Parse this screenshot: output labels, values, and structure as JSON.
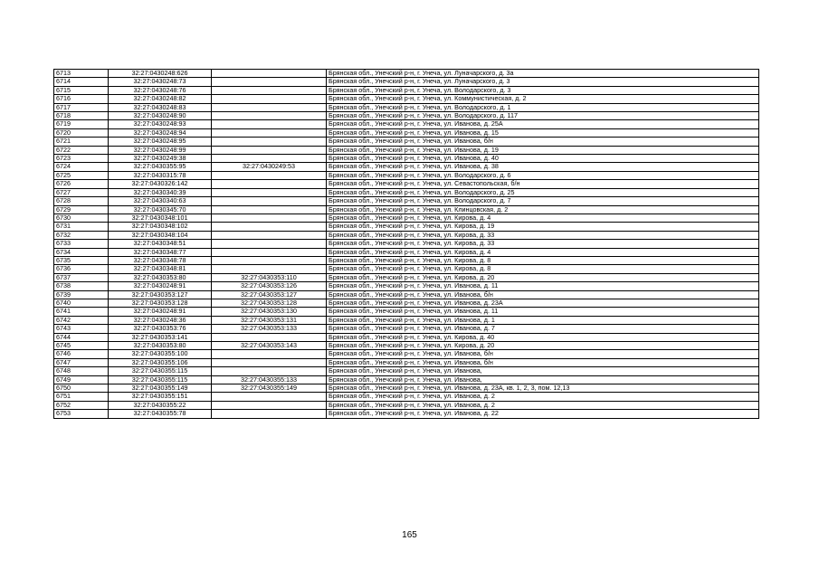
{
  "rows": [
    [
      "6713",
      "32:27:0430248:626",
      "",
      "Брянская обл., Унечский р-н, г. Унеча, ул. Луначарского, д. 3а"
    ],
    [
      "6714",
      "32:27:0430248:73",
      "",
      "Брянская обл., Унечский р-н, г. Унеча, ул. Луначарского, д. 3"
    ],
    [
      "6715",
      "32:27:0430248:76",
      "",
      "Брянская обл., Унечский р-н, г. Унеча, ул. Володарского, д. 3"
    ],
    [
      "6716",
      "32:27:0430248:82",
      "",
      "Брянская обл., Унечский р-н, г. Унеча, ул. Коммунистическая, д. 2"
    ],
    [
      "6717",
      "32:27:0430248:83",
      "",
      "Брянская обл., Унечский р-н, г. Унеча, ул. Володарского, д. 1"
    ],
    [
      "6718",
      "32:27:0430248:90",
      "",
      "Брянская обл., Унечский р-н, г. Унеча, ул. Володарского, д. 117"
    ],
    [
      "6719",
      "32:27:0430248:93",
      "",
      "Брянская обл., Унечский р-н, г. Унеча, ул. Иванова, д. 25А"
    ],
    [
      "6720",
      "32:27:0430248:94",
      "",
      "Брянская обл., Унечский р-н, г. Унеча, ул. Иванова, д. 15"
    ],
    [
      "6721",
      "32:27:0430248:95",
      "",
      "Брянская обл., Унечский р-н, г. Унеча, ул. Иванова, б/н"
    ],
    [
      "6722",
      "32:27:0430248:99",
      "",
      "Брянская обл., Унечский р-н, г. Унеча, ул. Иванова, д. 19"
    ],
    [
      "6723",
      "32:27:0430249:38",
      "",
      "Брянская обл., Унечский р-н, г. Унеча, ул. Иванова, д. 40"
    ],
    [
      "6724",
      "32:27:0430355:95",
      "32:27:0430249:53",
      "Брянская обл., Унечский р-н, г. Унеча, ул. Иванова, д. 38"
    ],
    [
      "6725",
      "32:27:0430315:78",
      "",
      "Брянская обл., Унечский р-н, г. Унеча, ул. Володарского, д. 6"
    ],
    [
      "6726",
      "32:27:0430326:142",
      "",
      "Брянская обл., Унечский р-н, г. Унеча, ул. Севастопольская, б/н"
    ],
    [
      "6727",
      "32:27:0430340:39",
      "",
      "Брянская обл., Унечский р-н, г. Унеча, ул. Володарского, д. 25"
    ],
    [
      "6728",
      "32:27:0430340:63",
      "",
      "Брянская обл., Унечский р-н, г. Унеча, ул. Володарского, д. 7"
    ],
    [
      "6729",
      "32:27:0430345:70",
      "",
      "Брянская обл., Унечский р-н, г. Унеча, ул. Клинцовская, д. 2"
    ],
    [
      "6730",
      "32:27:0430348:101",
      "",
      "Брянская обл., Унечский р-н, г. Унеча, ул. Кирова, д. 4"
    ],
    [
      "6731",
      "32:27:0430348:102",
      "",
      "Брянская обл., Унечский р-н, г. Унеча, ул. Кирова, д. 19"
    ],
    [
      "6732",
      "32:27:0430348:104",
      "",
      "Брянская обл., Унечский р-н, г. Унеча, ул. Кирова, д. 33"
    ],
    [
      "6733",
      "32:27:0430348:51",
      "",
      "Брянская обл., Унечский р-н, г. Унеча, ул. Кирова, д. 33"
    ],
    [
      "6734",
      "32:27:0430348:77",
      "",
      "Брянская обл., Унечский р-н, г. Унеча, ул. Кирова, д. 4"
    ],
    [
      "6735",
      "32:27:0430348:78",
      "",
      "Брянская обл., Унечский р-н, г. Унеча, ул. Кирова, д. 8"
    ],
    [
      "6736",
      "32:27:0430348:81",
      "",
      "Брянская обл., Унечский р-н, г. Унеча, ул. Кирова, д. 8"
    ],
    [
      "6737",
      "32:27:0430353:80",
      "32:27:0430353:110",
      "Брянская обл., Унечский р-н, г. Унеча, ул. Кирова, д. 20"
    ],
    [
      "6738",
      "32:27:0430248:91",
      "32:27:0430353:126",
      "Брянская обл., Унечский р-н, г. Унеча, ул. Иванова, д. 11"
    ],
    [
      "6739",
      "32:27:0430353:127",
      "32:27:0430353:127",
      "Брянская обл., Унечский р-н, г. Унеча, ул. Иванова, б/н"
    ],
    [
      "6740",
      "32:27:0430353:128",
      "32:27:0430353:128",
      "Брянская обл., Унечский р-н, г. Унеча, ул. Иванова, д. 23А"
    ],
    [
      "6741",
      "32:27:0430248:91",
      "32:27:0430353:130",
      "Брянская обл., Унечский р-н, г. Унеча, ул. Иванова, д. 11"
    ],
    [
      "6742",
      "32:27:0430248:36",
      "32:27:0430353:131",
      "Брянская обл., Унечский р-н, г. Унеча, ул. Иванова, д. 1"
    ],
    [
      "6743",
      "32:27:0430353:76",
      "32:27:0430353:133",
      "Брянская обл., Унечский р-н, г. Унеча, ул. Иванова, д. 7"
    ],
    [
      "6744",
      "32:27:0430353:141",
      "",
      "Брянская обл., Унечский р-н, г. Унеча, ул. Кирова, д. 40"
    ],
    [
      "6745",
      "32:27:0430353:80",
      "32:27:0430353:143",
      "Брянская обл., Унечский р-н, г. Унеча, ул. Кирова, д. 20"
    ],
    [
      "6746",
      "32:27:0430355:100",
      "",
      "Брянская обл., Унечский р-н, г. Унеча, ул. Иванова, б/н"
    ],
    [
      "6747",
      "32:27:0430355:106",
      "",
      "Брянская обл., Унечский р-н, г. Унеча, ул. Иванова, б/н"
    ],
    [
      "6748",
      "32:27:0430355:115",
      "",
      "Брянская обл., Унечский р-н, г. Унеча, ул. Иванова,"
    ],
    [
      "6749",
      "32:27:0430355:115",
      "32:27:0430355:133",
      "Брянская обл., Унечский р-н, г. Унеча, ул. Иванова,"
    ],
    [
      "6750",
      "32:27:0430355:149",
      "32:27:0430355:149",
      "Брянская обл., Унечский р-н, г. Унеча, ул. Иванова, д. 23А, кв. 1, 2, 3, пом. 12,13"
    ],
    [
      "6751",
      "32:27:0430355:151",
      "",
      "Брянская обл., Унечский р-н, г. Унеча, ул. Иванова, д. 2"
    ],
    [
      "6752",
      "32:27:0430355:22",
      "",
      "Брянская обл., Унечский р-н, г. Унеча, ул. Иванова, д. 2"
    ],
    [
      "6753",
      "32:27:0430355:78",
      "",
      "Брянская обл., Унечский р-н, г. Унеча, ул. Иванова, д. 22"
    ]
  ],
  "page_number": "165"
}
